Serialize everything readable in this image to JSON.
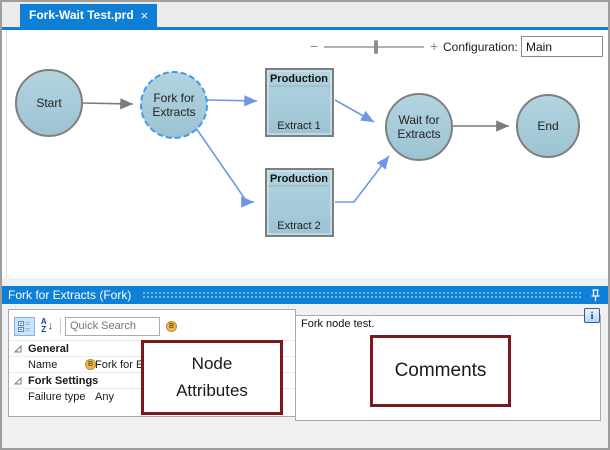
{
  "tab": {
    "title": "Fork-Wait Test.prd",
    "close_glyph": "×"
  },
  "toolbar": {
    "zoom_out_glyph": "−",
    "zoom_in_glyph": "+",
    "configuration_label": "Configuration:",
    "configuration_value": "Main"
  },
  "canvas": {
    "nodes": {
      "start": {
        "label": "Start"
      },
      "fork": {
        "line1": "Fork for",
        "line2": "Extracts"
      },
      "extract1": {
        "header": "Production",
        "name": "Extract 1"
      },
      "extract2": {
        "header": "Production",
        "name": "Extract 2"
      },
      "wait": {
        "line1": "Wait for",
        "line2": "Extracts"
      },
      "end": {
        "label": "End"
      }
    }
  },
  "panel": {
    "header_title": "Fork for Extracts (Fork)",
    "property_grid": {
      "quick_search_placeholder": "Quick Search",
      "b_badge_glyph": "B",
      "sort_a": "A",
      "sort_z": "Z",
      "sort_arrow": "↓",
      "rows": [
        {
          "type": "category",
          "label": "General"
        },
        {
          "type": "property",
          "label": "Name",
          "value": "Fork for Extracts"
        },
        {
          "type": "category",
          "label": "Fork Settings"
        },
        {
          "type": "property",
          "label": "Failure type",
          "value": "Any"
        }
      ]
    },
    "comments": {
      "text": "Fork node test."
    }
  },
  "overlays": {
    "node_attributes": {
      "line1": "Node",
      "line2": "Attributes"
    },
    "comments_label": "Comments"
  },
  "colors": {
    "accent_blue": "#0f7fd5",
    "node_fill": "#a9cfdc",
    "node_border": "#7f7f7f",
    "selection_dash": "#3f9be9",
    "connector_blue": "#6d96e8",
    "connector_gray": "#7a7a7a",
    "overlay_border": "#7a181b"
  }
}
